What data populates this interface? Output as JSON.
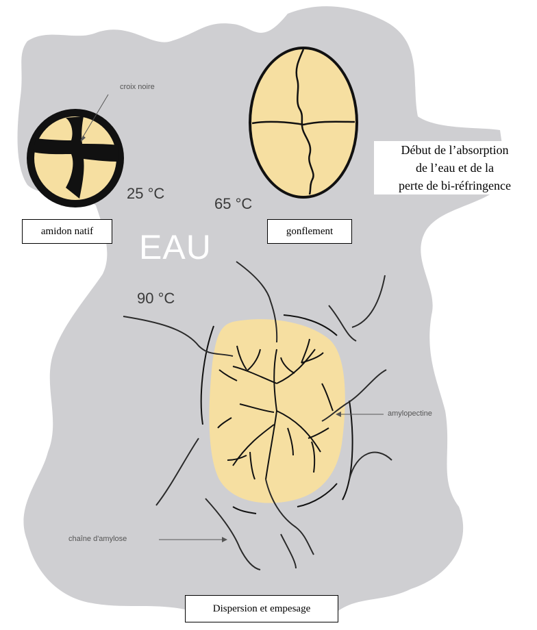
{
  "labels": {
    "native_starch": "amidon natif",
    "swelling": "gonflement",
    "dispersion": "Dispersion et empesage"
  },
  "temperatures": {
    "t25": "25 °C",
    "t65": "65 °C",
    "t90": "90 °C"
  },
  "water": "EAU",
  "annotations": {
    "black_cross": "croix noire",
    "amylopectin": "amylopectine",
    "amylose_chain": "chaîne d'amylose"
  },
  "side_note": {
    "line1": "Début de l’absorption",
    "line2": "de l’eau et de la",
    "line3": "perte de bi-réfringence"
  },
  "colors": {
    "water_gray": "#cfcfd2",
    "granule": "#f6dfa1",
    "ink": "#111111"
  }
}
